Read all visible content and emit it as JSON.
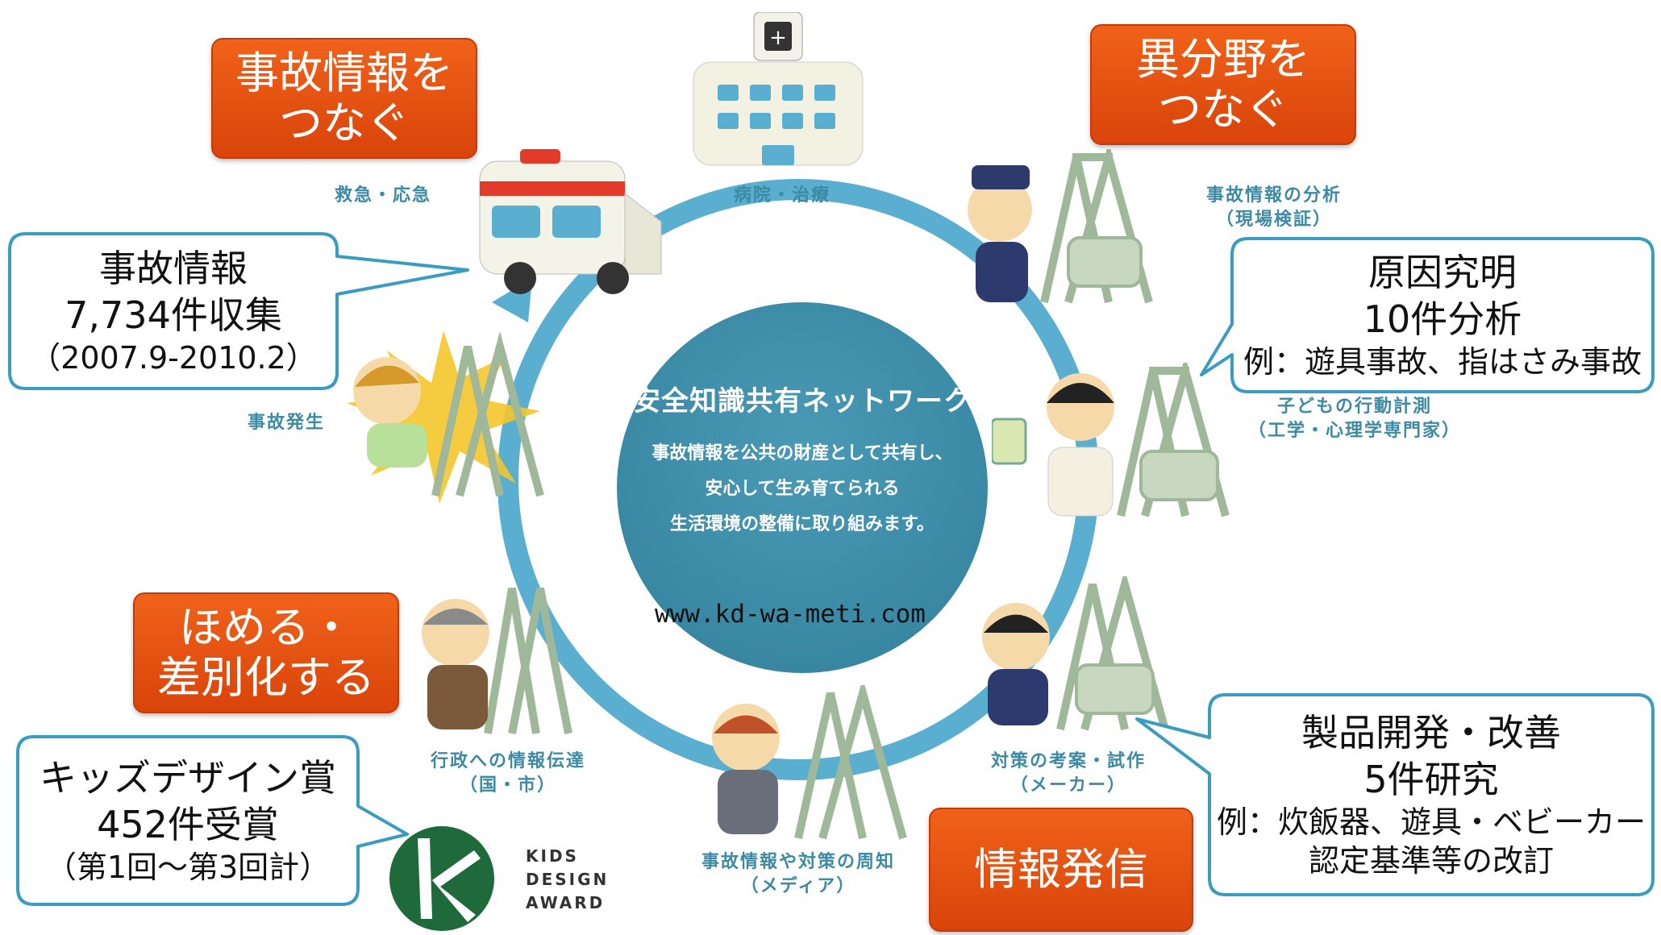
{
  "center": {
    "title": "安全知識共有ネットワーク",
    "body": [
      "事故情報を公共の財産として共有し、",
      "安心して生み育てられる",
      "生活環境の整備に取り組みます。"
    ]
  },
  "url": "www.kd-wa-meti.com",
  "orange_boxes": {
    "connect_info": [
      "事故情報を",
      "つなぐ"
    ],
    "connect_fields": [
      "異分野を",
      "つなぐ"
    ],
    "praise": [
      "ほめる・",
      "差別化する"
    ],
    "publish": [
      "情報発信"
    ]
  },
  "callouts": {
    "accident_info": [
      "事故情報",
      "7,734件収集",
      "（2007.9-2010.2）"
    ],
    "cause": [
      "原因究明",
      "10件分析",
      "例：遊具事故、指はさみ事故"
    ],
    "award": [
      "キッズデザイン賞",
      "452件受賞",
      "（第1回～第3回計）"
    ],
    "product": [
      "製品開発・改善",
      "5件研究",
      "例：炊飯器、遊具・ベビーカー",
      "認定基準等の改訂"
    ]
  },
  "nodes": {
    "hospital": [
      "病院・治療"
    ],
    "emergency": [
      "救急・応急"
    ],
    "analysis": [
      "事故情報の分析",
      "（現場検証）"
    ],
    "measure": [
      "子どもの行動計測",
      "（工学・心理学専門家）"
    ],
    "accident": [
      "事故発生"
    ],
    "government": [
      "行政への情報伝達",
      "（国・市）"
    ],
    "countermeasure": [
      "対策の考案・試作",
      "（メーカー）"
    ],
    "media": [
      "事故情報や対策の周知",
      "（メディア）"
    ]
  },
  "logo": {
    "lines": [
      "KIDS",
      "DESIGN",
      "AWARD"
    ]
  },
  "colors": {
    "ring": "#5aaed0",
    "center": "#3b8aa5",
    "orange": "#e8541a",
    "callout_border": "#3a9cc0"
  }
}
